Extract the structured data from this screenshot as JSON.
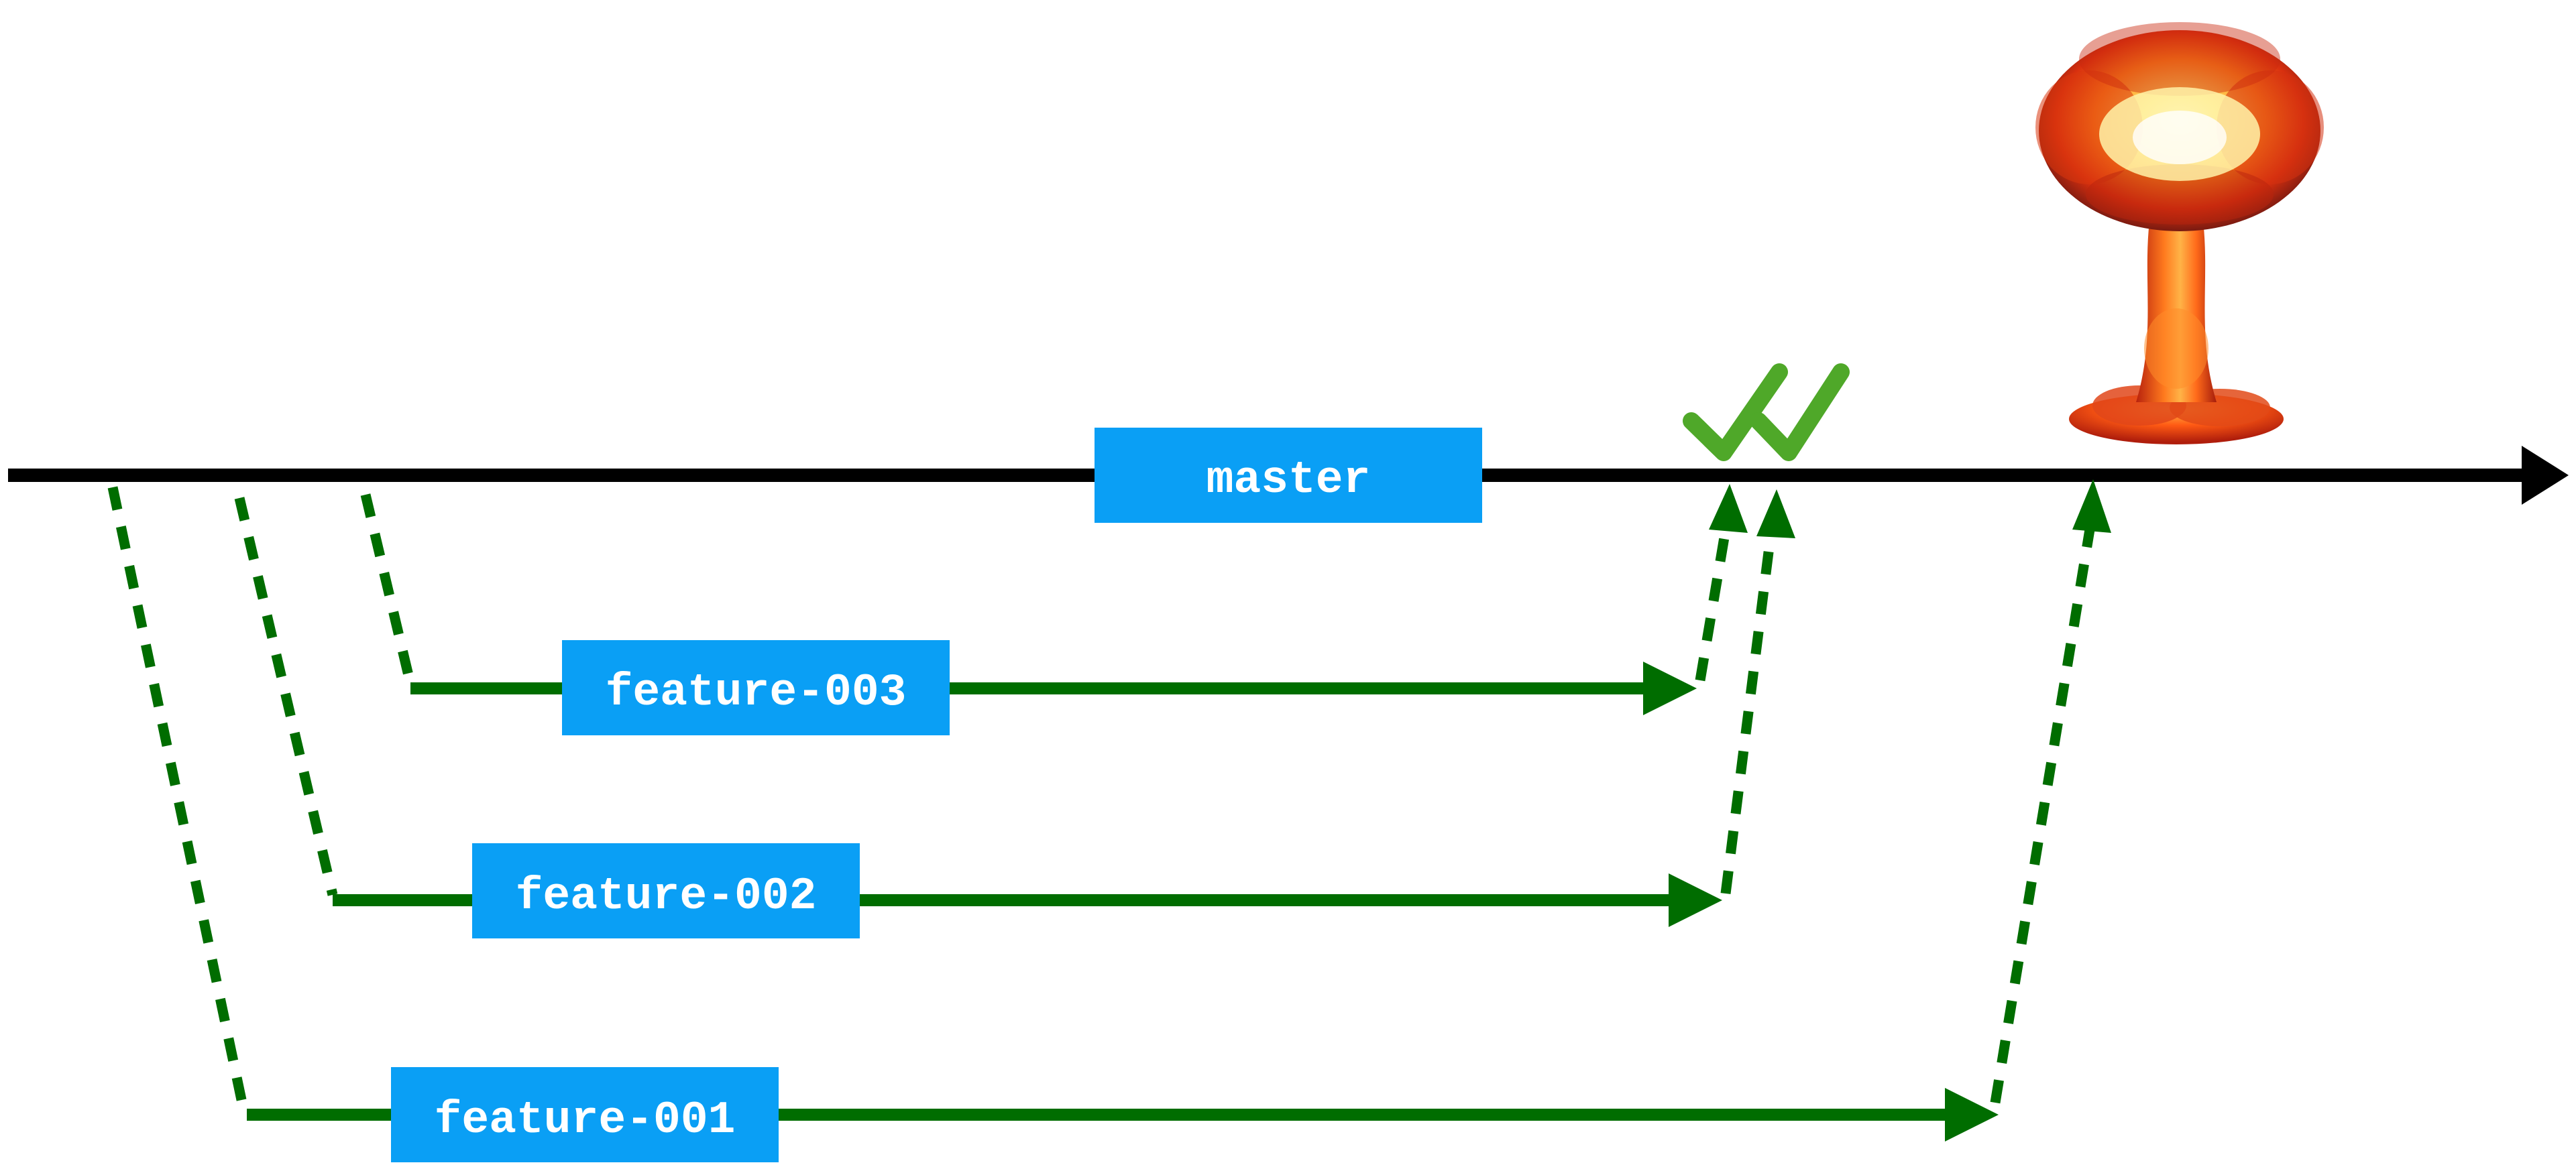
{
  "branches": {
    "master": {
      "label": "master",
      "color": "#000000"
    },
    "features": [
      {
        "label": "feature-003",
        "merge_result": "check-icon",
        "color": "#006d00"
      },
      {
        "label": "feature-002",
        "merge_result": "check-icon",
        "color": "#006d00"
      },
      {
        "label": "feature-001",
        "merge_result": "explosion-icon",
        "color": "#006d00"
      }
    ]
  },
  "colors": {
    "label_background": "#0a9ff5",
    "label_text": "#ffffff",
    "mainline": "#000000",
    "feature_line": "#006d00",
    "check_mark": "#4fa829"
  },
  "icons": {
    "merge_success": "check-icon",
    "merge_failure": "explosion-icon"
  }
}
